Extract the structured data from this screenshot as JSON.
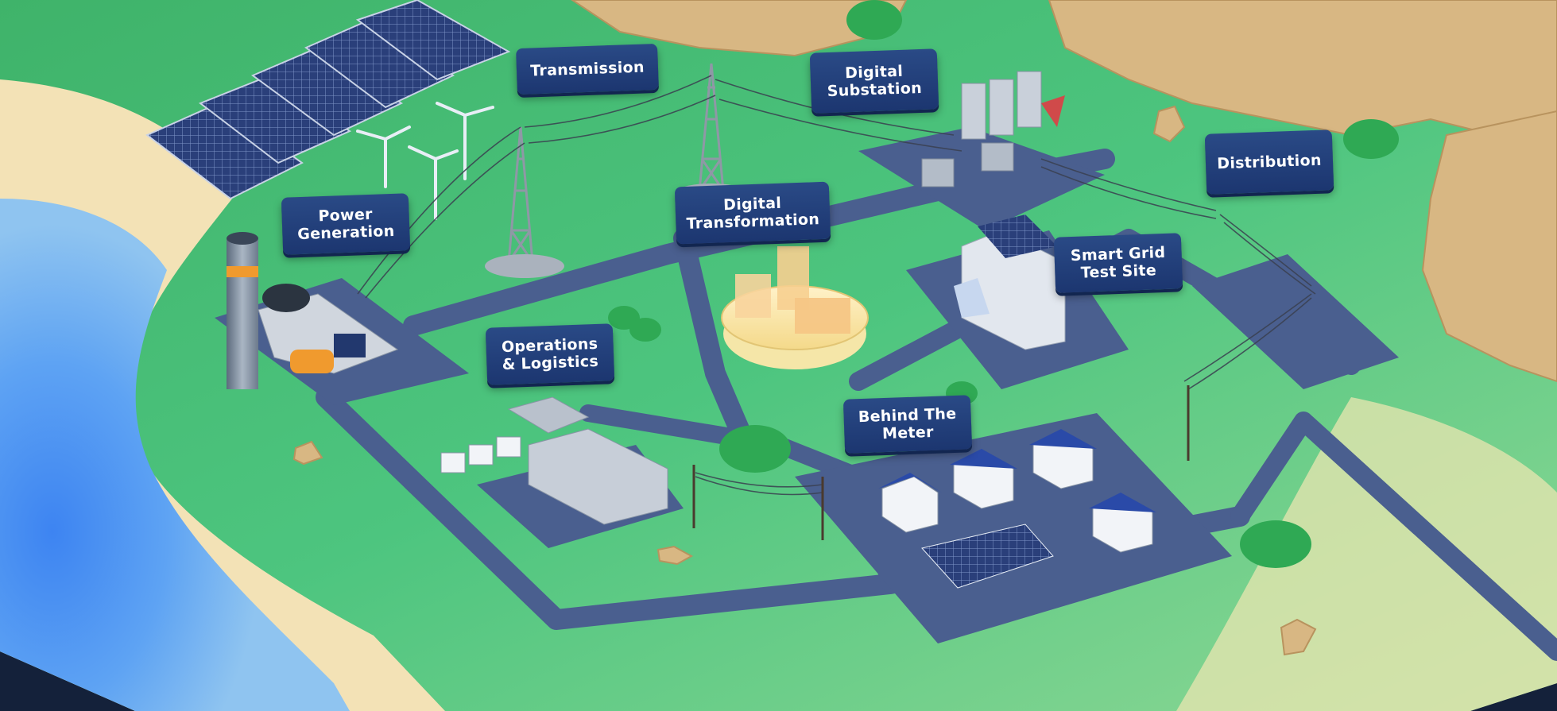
{
  "labels": {
    "transmission": "Transmission",
    "digital_substation": "Digital\nSubstation",
    "distribution": "Distribution",
    "power_generation": "Power\nGeneration",
    "digital_transformation": "Digital\nTransformation",
    "smart_grid_test_site": "Smart Grid\nTest Site",
    "operations_logistics": "Operations\n& Logistics",
    "behind_the_meter": "Behind The\nMeter"
  },
  "colors": {
    "label_bg": "#1f3a75",
    "label_text": "#ffffff",
    "road": "#4a5f8f",
    "grass": "#47c079",
    "sand": "#f3e2b6",
    "water": "#4a8cf0",
    "rock": "#d8b783",
    "dark_border": "#14213a"
  }
}
